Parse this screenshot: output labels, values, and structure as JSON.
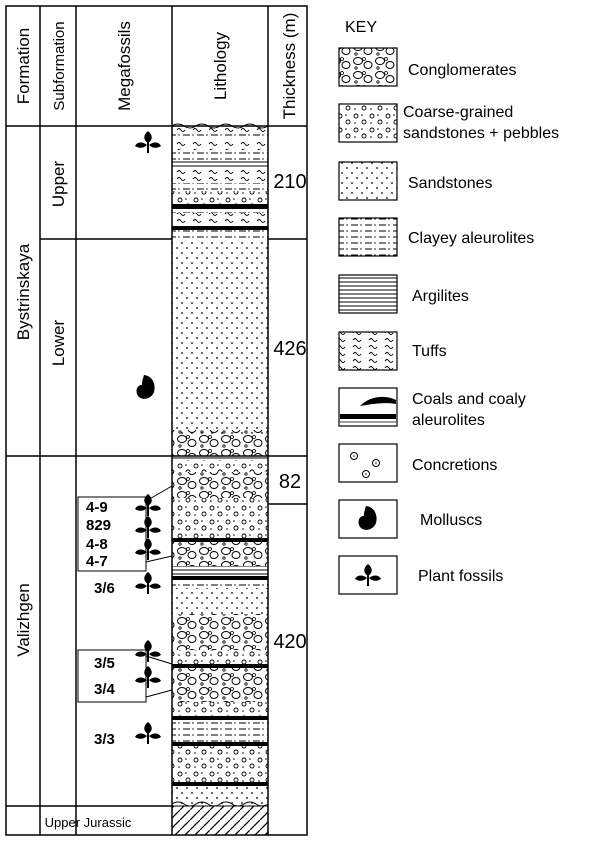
{
  "headers": {
    "formation": "Formation",
    "subformation": "Subformation",
    "megafossils": "Megafossils",
    "lithology": "Lithology",
    "thickness": "Thickness (m)"
  },
  "formations": [
    {
      "name": "Bystrinskaya",
      "subformations": [
        "Upper",
        "Lower"
      ]
    },
    {
      "name": "Valizhgen",
      "subformations": []
    }
  ],
  "thickness_values": [
    "210",
    "426",
    "82",
    "420"
  ],
  "fossil_labels": [
    "4-9",
    "829",
    "4-8",
    "4-7",
    "3/6",
    "3/5",
    "3/4",
    "3/3"
  ],
  "base_label": "Upper Jurassic",
  "key": {
    "title": "KEY",
    "items": [
      {
        "pattern": "conglomerate",
        "label": [
          "Conglomerates"
        ]
      },
      {
        "pattern": "coarse-sandstone",
        "label": [
          "Coarse-grained",
          "sandstones + pebbles"
        ]
      },
      {
        "pattern": "sandstone",
        "label": [
          "Sandstones"
        ]
      },
      {
        "pattern": "clayey-aleurolite",
        "label": [
          "Clayey aleurolites"
        ]
      },
      {
        "pattern": "argilite",
        "label": [
          "Argilites"
        ]
      },
      {
        "pattern": "tuff",
        "label": [
          "Tuffs"
        ]
      },
      {
        "pattern": "coal",
        "label": [
          "Coals and coaly",
          "aleurolites"
        ]
      },
      {
        "pattern": "concretion",
        "label": [
          "Concretions"
        ]
      },
      {
        "pattern": "mollusc-icon",
        "label": [
          "Molluscs"
        ]
      },
      {
        "pattern": "plant-fossil-icon",
        "label": [
          "Plant fossils"
        ]
      }
    ]
  }
}
